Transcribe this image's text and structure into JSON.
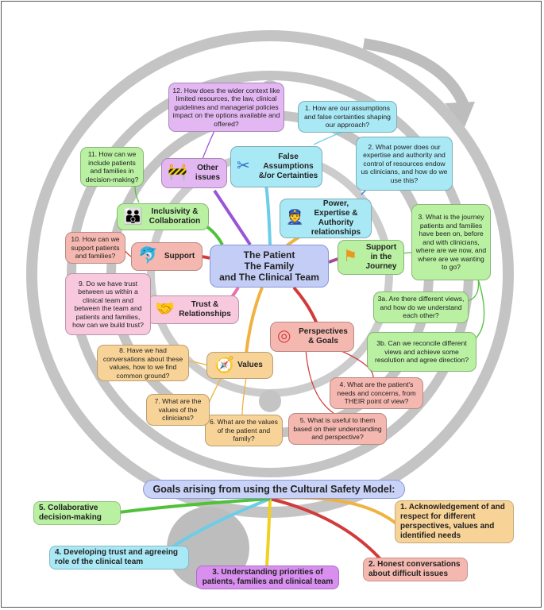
{
  "center": {
    "line1": "The Patient",
    "line2": "The Family",
    "line3": "and The Clinical Team"
  },
  "topics": {
    "false_assumptions": "False Assumptions &/or Certainties",
    "power": "Power, Expertise & Authority relationships",
    "support_journey": "Support in the Journey",
    "perspectives": "Perspectives & Goals",
    "values": "Values",
    "trust": "Trust & Relationships",
    "support": "Support",
    "inclusivity": "Inclusivity & Collaboration",
    "other": "Other issues"
  },
  "questions": {
    "q1": "1. How are our assumptions and false certainties shaping our approach?",
    "q2": "2. What power does our expertise and authority and control of resources endow us clinicians, and how do we use this?",
    "q3": "3. What is the journey patients and families have been on, before and with clinicians, where are we now, and where are we wanting to go?",
    "q3a": "3a. Are there different views, and how do we understand each other?",
    "q3b": "3b. Can we reconcile different views and achieve some resolution and agree direction?",
    "q4": "4. What are the patient's needs and concerns, from THEIR point of view?",
    "q5": "5. What is useful to them based on their understanding and perspective?",
    "q6": "6. What are the values of the patient and family?",
    "q7": "7. What are the values of the clinicians?",
    "q8": "8. Have we had conversations about these values, how to we find common ground?",
    "q9": "9. Do we have trust between us within a clinical team and between the team and patients and families, how can we build trust?",
    "q10": "10. How can we support patients and families?",
    "q11": "11. How can we include patients and families in decision-making?",
    "q12": "12. How does the wider context like limited resources, the law, clinical guidelines and managerial policies impact on the options available and offered?"
  },
  "goals": {
    "title": "Goals arising from using the Cultural Safety Model:",
    "g1": "1. Acknowledgement of and respect for different perspectives, values and identified needs",
    "g2": "2. Honest conversations about difficult issues",
    "g3": "3. Understanding priorities of patients, families and clinical team",
    "g4": "4. Developing trust and agreeing role of the clinical team",
    "g5": "5. Collaborative decision-making"
  },
  "colors": {
    "green": "#b9f0a2",
    "pink": "#f5b8b0",
    "purple": "#e2b7f2",
    "cyan": "#a9e8f5",
    "orange": "#f8d397",
    "light_pink": "#f7c8de",
    "center": "#c3cdf5",
    "rings": "#bcbcbc"
  },
  "icons": {
    "false_assumptions": "scissors-icon",
    "power": "police-officer-icon",
    "support_journey": "flag-icon",
    "perspectives": "target-icon",
    "values": "compass-icon",
    "trust": "handshake-icon",
    "support": "dolphin-icon",
    "inclusivity": "people-icon",
    "other": "barrier-icon"
  }
}
